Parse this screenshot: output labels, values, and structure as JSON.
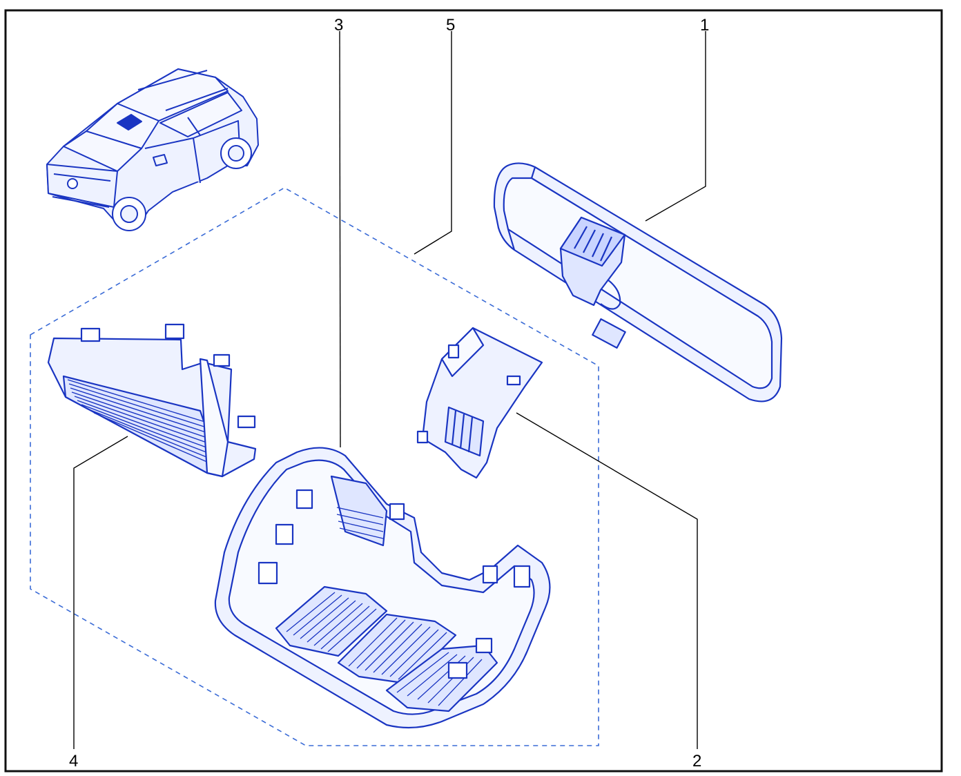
{
  "diagram": {
    "callouts": [
      {
        "id": "1",
        "label": "1"
      },
      {
        "id": "2",
        "label": "2"
      },
      {
        "id": "3",
        "label": "3"
      },
      {
        "id": "4",
        "label": "4"
      },
      {
        "id": "5",
        "label": "5"
      }
    ]
  },
  "colors": {
    "line": "#1a35c2",
    "fill": "#eef2ff",
    "dash": "#3a6bd6",
    "border": "#111111",
    "leader": "#000000"
  }
}
